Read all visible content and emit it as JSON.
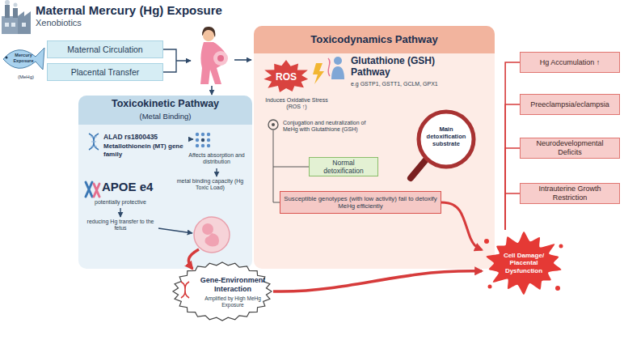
{
  "diagram": {
    "title": "Maternal Mercury (Hg) Exposure",
    "nodes": [
      {
        "text": [
          "Maternal Circulation"
        ]
      },
      {
        "text": [
          "Placental Transfer"
        ]
      },
      {
        "text": [
          "Toxicokinetic Pathway",
          "(Metal Binding)",
          "ALAD rs1800435",
          "Metallothionein (MT) gene family",
          "Affects absorption and distribution",
          "metal binding capacity (Hg Toxic Load)",
          "APOE e4",
          "potentially protective",
          "reducing Hg transfer to the fetus"
        ]
      },
      {
        "text": [
          "Gene-Environment Interaction",
          "Amplified by High MeHg Exposure"
        ]
      },
      {
        "text": [
          "Toxicodynamics Pathway",
          "Induces Oxidative Stress (ROS ↑)",
          "Glutathione (GSH) Pathway",
          "e.g GSTP1, GSTT1, GCLM, GPX1",
          "Conjugation and neutralization of MeHg with Glutathione (GSH)"
        ]
      },
      {
        "text": [
          "ROS"
        ],
        "in": 4
      },
      {
        "text": [
          "Main detoxification substrate"
        ],
        "in": 4
      },
      {
        "text": [
          "Normal detoxification"
        ],
        "in": 4
      },
      {
        "text": [
          "Susceptible genotypes (with low activity) fail to detoxify MeHg efficiently"
        ],
        "in": 4
      },
      {
        "text": [
          "Cell Damage/ Placental Dysfunction"
        ]
      },
      {
        "text": [
          "Hg Accumulation ↑"
        ]
      },
      {
        "text": [
          "Preeclampsia/eclampsia"
        ]
      },
      {
        "text": [
          "Neurodevelopmental Deficits"
        ]
      },
      {
        "text": [
          "Intrauterine Growth Restriction"
        ]
      }
    ],
    "edges": [
      {
        "from": 3,
        "to": 9,
        "arrow": "to"
      },
      {
        "from": 8,
        "to": 9,
        "arrow": "to"
      },
      {
        "from": 9,
        "to": 10,
        "arrow": "none"
      },
      {
        "from": 9,
        "to": 11,
        "arrow": "none"
      },
      {
        "from": 9,
        "to": 12,
        "arrow": "none"
      },
      {
        "from": 9,
        "to": 13,
        "arrow": "none"
      }
    ],
    "labels": [
      "Xenobiotics",
      "Mercury Exposure",
      "(MeHg)"
    ]
  }
}
